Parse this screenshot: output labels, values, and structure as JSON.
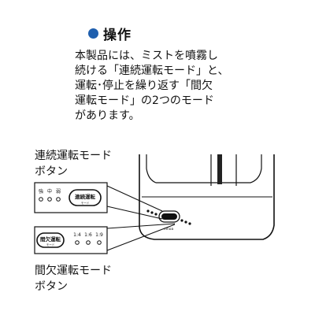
{
  "section": {
    "title": "操作",
    "bullet_color": "#1f5fae"
  },
  "description": {
    "lines": [
      "本製品には、ミストを噴霧し",
      "続ける「連続運転モード」と、",
      "運転･停止を繰り返す「間欠",
      "運転モード」の2つのモード",
      "があります。"
    ]
  },
  "callouts": {
    "continuous": {
      "lines": [
        "連続運転モード",
        "ボタン"
      ]
    },
    "intermittent": {
      "lines": [
        "間欠運転モード",
        "ボタン"
      ]
    }
  },
  "panel_top": {
    "indicators": [
      "強",
      "中",
      "弱"
    ],
    "button_label": "連続運転",
    "button_sub": "モード"
  },
  "panel_bottom": {
    "button_label": "間欠運転",
    "button_sub": "モード",
    "indicators": [
      "1:4",
      "1:6",
      "1:9"
    ]
  },
  "device": {
    "label_mini": "ninoa"
  }
}
